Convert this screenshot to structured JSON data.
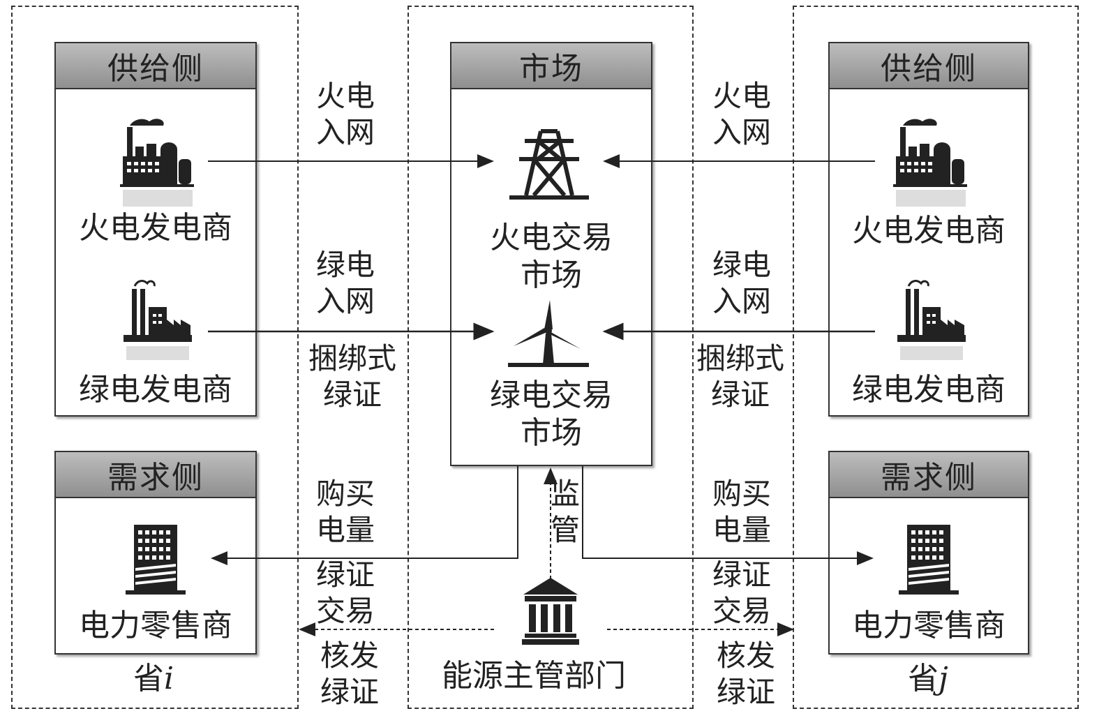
{
  "province_left": {
    "supply_title": "供给侧",
    "thermal_label": "火电发电商",
    "green_label": "绿电发电商",
    "demand_title": "需求侧",
    "retailer_label": "电力零售商",
    "prov_prefix": "省",
    "prov_var": "i"
  },
  "province_right": {
    "supply_title": "供给侧",
    "thermal_label": "火电发电商",
    "green_label": "绿电发电商",
    "demand_title": "需求侧",
    "retailer_label": "电力零售商",
    "prov_prefix": "省",
    "prov_var": "j"
  },
  "market": {
    "title": "市场",
    "thermal_market": [
      "火电交易",
      "市场"
    ],
    "green_market": [
      "绿电交易",
      "市场"
    ]
  },
  "regulator": {
    "label": "能源主管部门",
    "supervise": [
      "监",
      "管"
    ]
  },
  "edges_left": {
    "thermal_grid": [
      "火电",
      "入网"
    ],
    "green_grid": [
      "绿电",
      "入网"
    ],
    "bundled_cert": [
      "捆绑式",
      "绿证"
    ],
    "buy_power": [
      "购买",
      "电量"
    ],
    "cert_trade": [
      "绿证",
      "交易"
    ],
    "issue_cert": [
      "核发",
      "绿证"
    ]
  },
  "edges_right": {
    "thermal_grid": [
      "火电",
      "入网"
    ],
    "green_grid": [
      "绿电",
      "入网"
    ],
    "bundled_cert": [
      "捆绑式",
      "绿证"
    ],
    "buy_power": [
      "购买",
      "电量"
    ],
    "cert_trade": [
      "绿证",
      "交易"
    ],
    "issue_cert": [
      "核发",
      "绿证"
    ]
  },
  "icons": [
    "thermal-plant-icon",
    "green-plant-icon",
    "office-building-icon",
    "transmission-tower-icon",
    "wind-turbine-icon",
    "government-building-icon"
  ]
}
